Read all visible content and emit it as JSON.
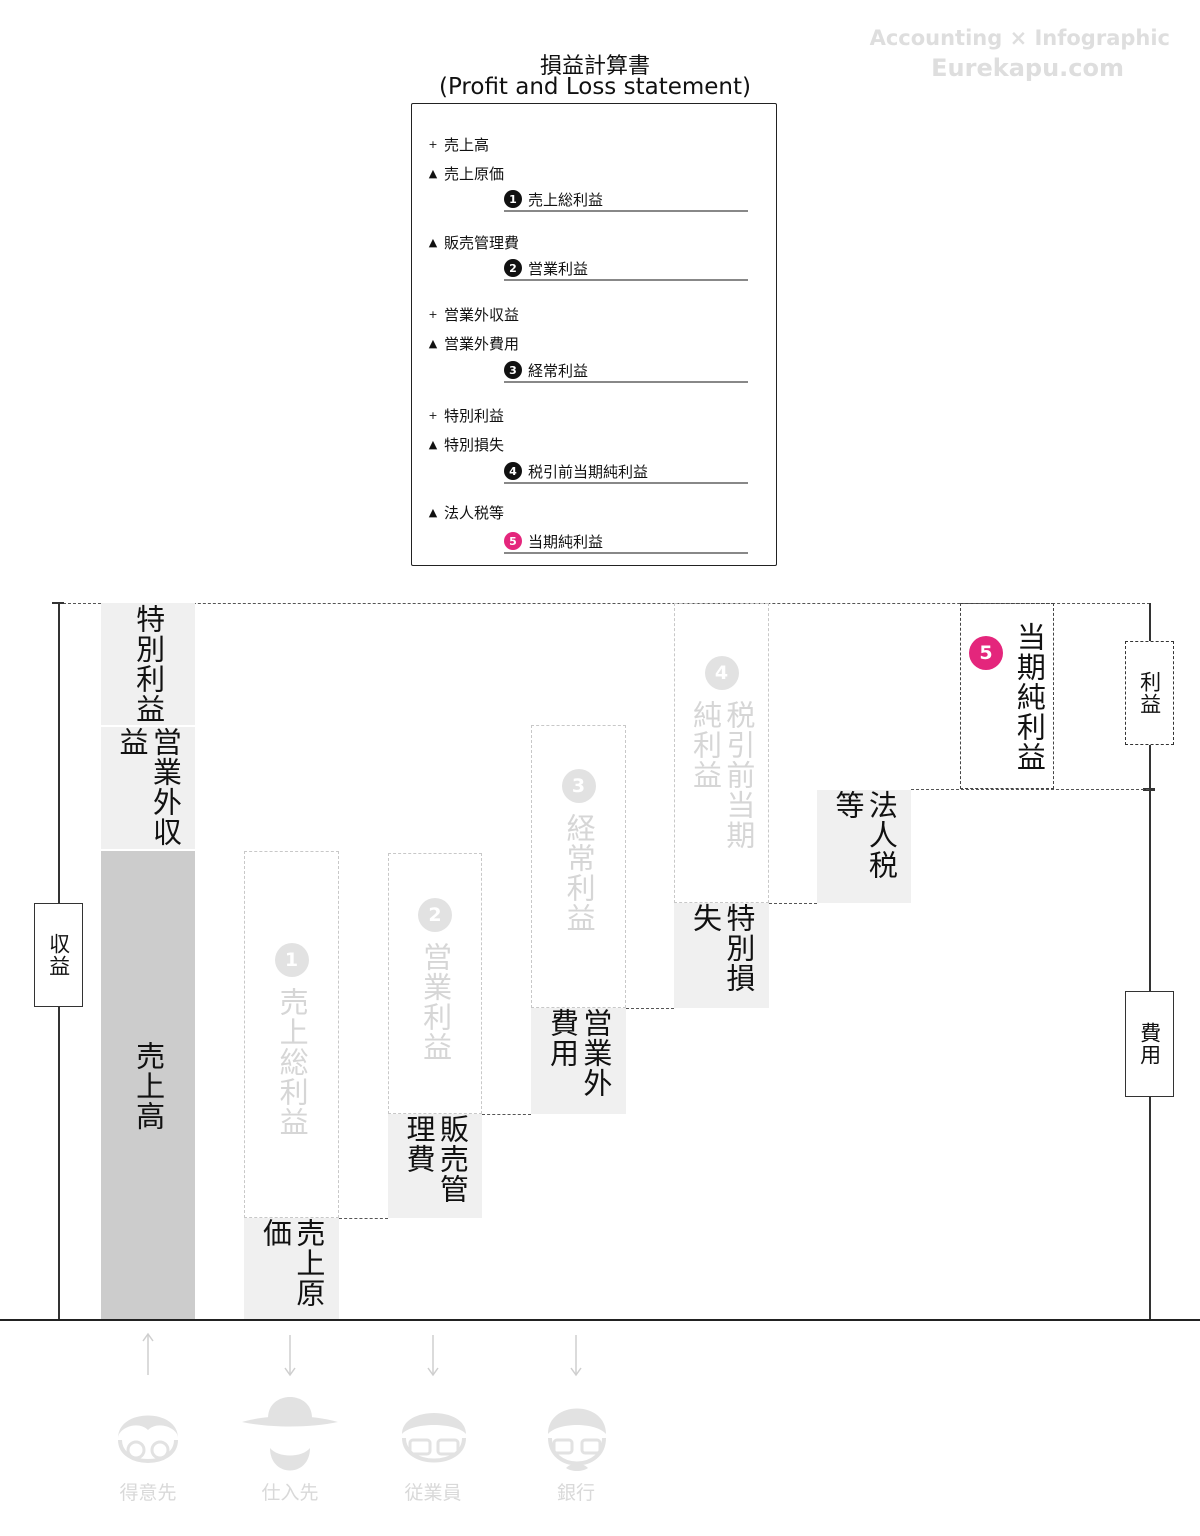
{
  "watermark": {
    "line1": "Accounting × Infographic",
    "line2": "Eurekapu.com"
  },
  "title": {
    "jp": "損益計算書",
    "en": "(Profit and Loss statement)"
  },
  "pl_items": [
    {
      "sym": "+",
      "label": "売上高"
    },
    {
      "sym": "▲",
      "label": "売上原価"
    },
    {
      "num": "1",
      "label": "売上総利益"
    },
    {
      "sym": "▲",
      "label": "販売管理費"
    },
    {
      "num": "2",
      "label": "営業利益"
    },
    {
      "sym": "+",
      "label": "営業外収益"
    },
    {
      "sym": "▲",
      "label": "営業外費用"
    },
    {
      "num": "3",
      "label": "経常利益"
    },
    {
      "sym": "+",
      "label": "特別利益"
    },
    {
      "sym": "▲",
      "label": "特別損失"
    },
    {
      "num": "4",
      "label": "税引前当期純利益"
    },
    {
      "sym": "▲",
      "label": "法人税等"
    },
    {
      "num": "5",
      "label": "当期純利益"
    }
  ],
  "blocks": {
    "tokubetsu_rieki": "特別利益",
    "eigyogai_shueki": "営業外収益",
    "uriagedaka": "売上高",
    "uriage_genka": "売上原価",
    "hanbai_kanrihi": "販売管理費",
    "eigyogai_hiyo": "営業外費用",
    "tokubetsu_sonshitsu": "特別損失",
    "hojinzei": "法人税等"
  },
  "profits": {
    "p1": {
      "num": "1",
      "label": "売上総利益"
    },
    "p2": {
      "num": "2",
      "label": "営業利益"
    },
    "p3": {
      "num": "3",
      "label": "経常利益"
    },
    "p4": {
      "num": "4",
      "label": "税引前当期純利益"
    },
    "p5": {
      "num": "5",
      "label": "当期純利益"
    }
  },
  "side": {
    "revenue": "収益",
    "profit": "利益",
    "expense": "費用"
  },
  "people": [
    "得意先",
    "仕入先",
    "従業員",
    "銀行"
  ],
  "colors": {
    "accent": "#e4267c",
    "dark_block": "#cccccc",
    "light_block": "#f0f0f0",
    "ghost": "#d6d6d6"
  }
}
